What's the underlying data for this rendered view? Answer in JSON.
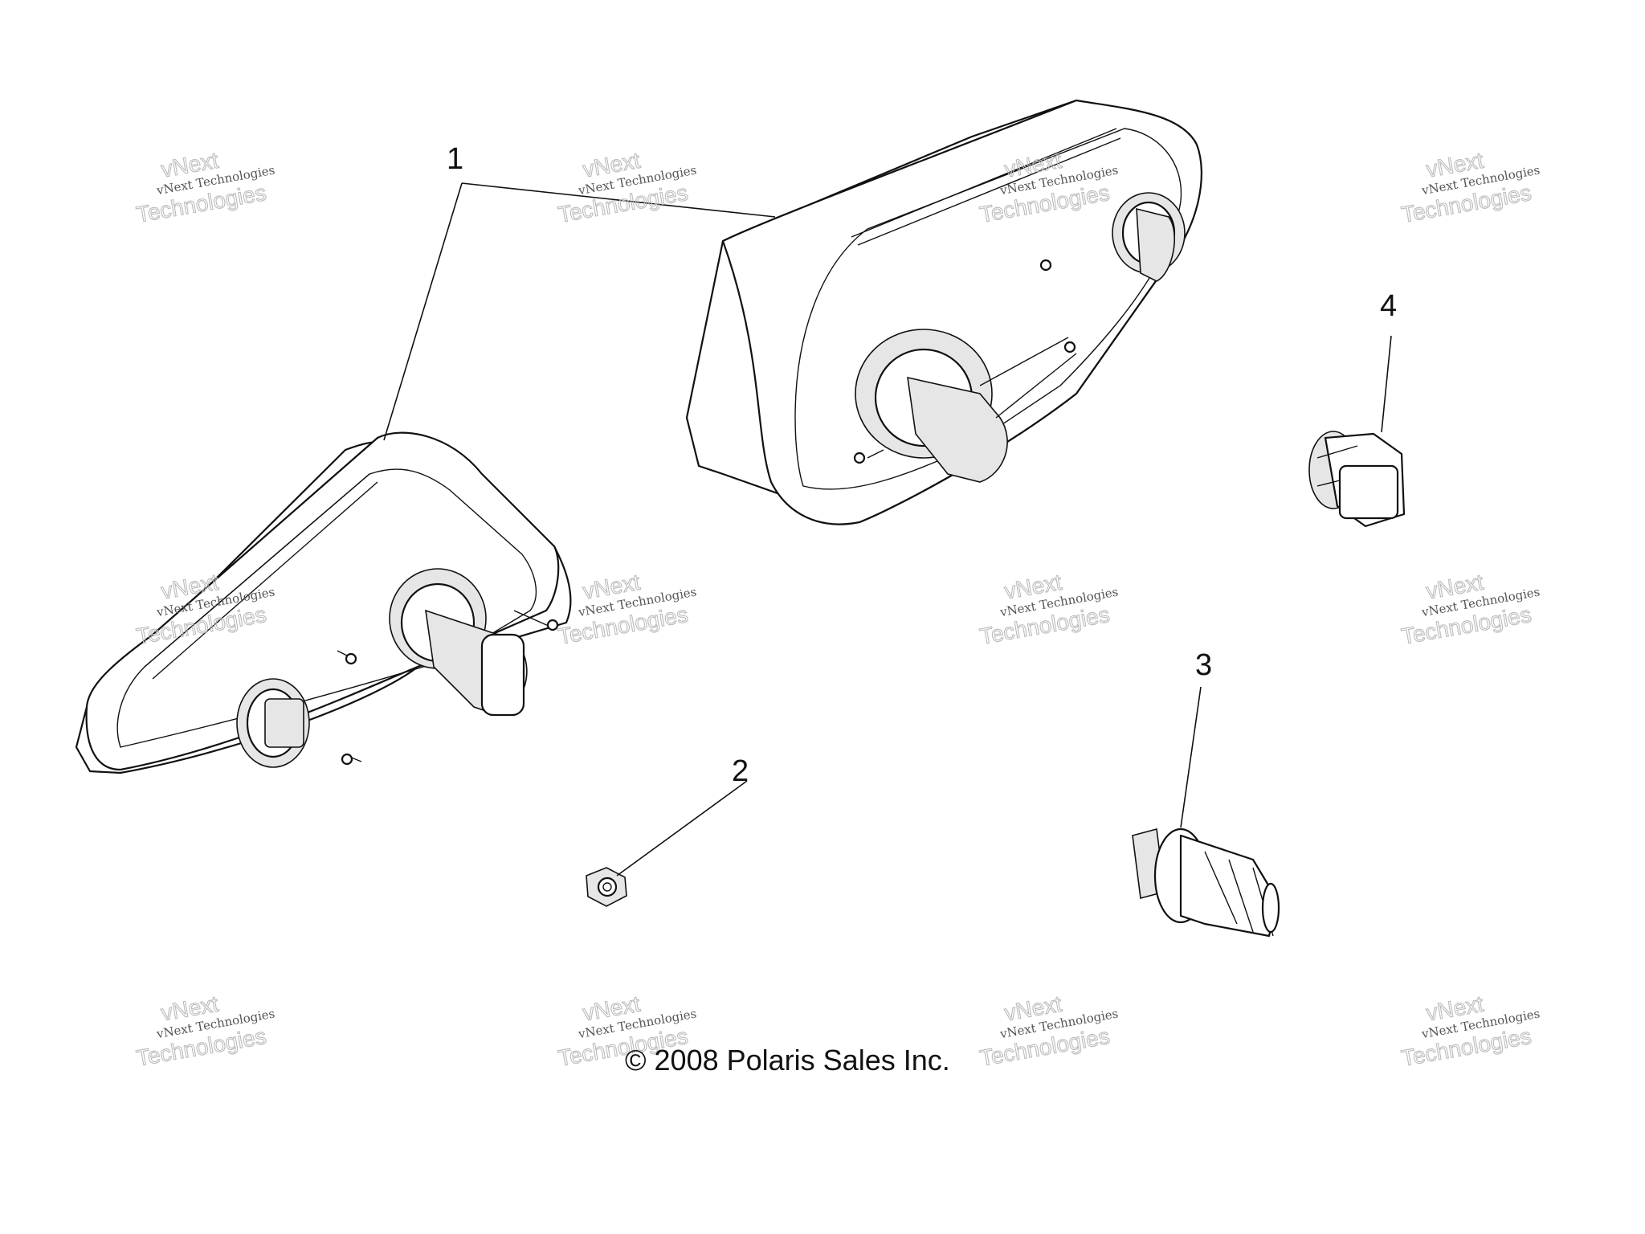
{
  "callouts": [
    "1",
    "2",
    "3",
    "4"
  ],
  "copyright": "© 2008 Polaris Sales Inc.",
  "watermark": {
    "line1": "vNext Technologies",
    "line2": "Technologies",
    "top": "vNext"
  }
}
